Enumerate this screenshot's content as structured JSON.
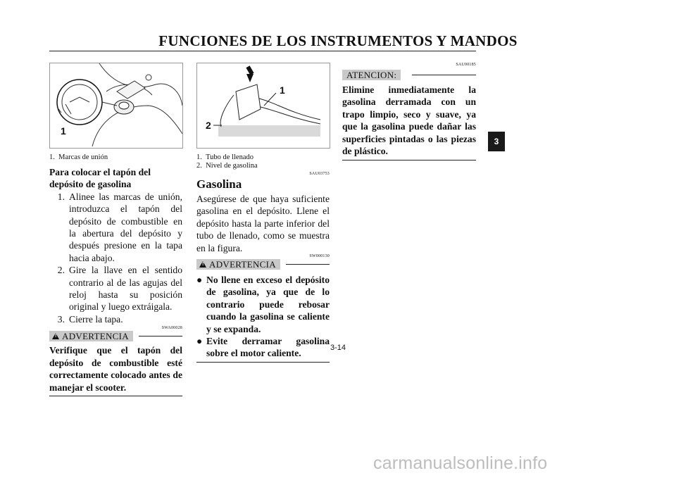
{
  "header": {
    "title": "FUNCIONES DE LOS INSTRUMENTOS Y MANDOS"
  },
  "side_tab": {
    "label": "3"
  },
  "figure1": {
    "callout": "1",
    "captions": [
      "1.  Marcas de unión"
    ]
  },
  "figure2": {
    "callout1": "1",
    "callout2": "2",
    "captions": [
      "1.  Tubo de llenado",
      "2.  Nivel de gasolina"
    ]
  },
  "col1": {
    "heading": "Para colocar el tapón del depósito de gasolina",
    "steps": [
      {
        "num": "1.",
        "text": "Alinee las marcas de unión, introduzca el tapón del depósito de combustible en la abertura del depósito y después presione en la tapa hacia abajo."
      },
      {
        "num": "2.",
        "text": "Gire la llave en el sentido contrario al de las agujas del reloj hasta su posición original y luego extráigala."
      },
      {
        "num": "3.",
        "text": "Cierre la tapa."
      }
    ],
    "warning_code": "SWA00028",
    "warning_label": "ADVERTENCIA",
    "warning_text": "Verifique que el tapón del depósito de combustible esté correctamente colocado antes de manejar el scooter."
  },
  "col2": {
    "section_code": "SAU03753",
    "section_title": "Gasolina",
    "paragraph": "Asegúrese de que haya suficiente gasolina en el depósito. Llene el depósito hasta la parte inferior del tubo de llenado, como se muestra en la figura.",
    "warning_code": "SW000130",
    "warning_label": "ADVERTENCIA",
    "bullets": [
      "No llene en exceso el depósito de gasolina, ya que de lo contrario puede rebosar cuando la gasolina se caliente y se expanda.",
      "Evite derramar gasolina sobre el motor caliente."
    ]
  },
  "col3": {
    "code": "SAU00185",
    "caution_label": "ATENCION:",
    "caution_text": "Elimine inmediatamente la gasolina derramada con un trapo limpio, seco y suave, ya que la gasolina puede dañar las superficies pintadas o las piezas de plástico."
  },
  "page_number": "3-14",
  "watermark": "carmanualsonline.info"
}
